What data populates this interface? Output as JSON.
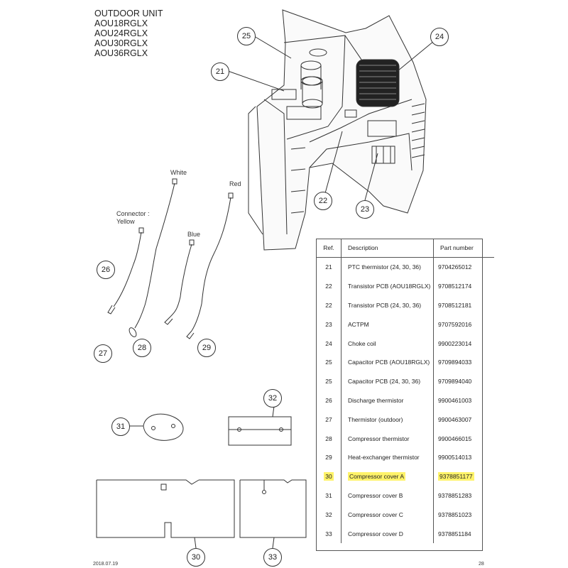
{
  "header": {
    "lines": [
      "OUTDOOR UNIT",
      "AOU18RGLX",
      "AOU24RGLX",
      "AOU30RGLX",
      "AOU36RGLX"
    ]
  },
  "callouts": {
    "c21": "21",
    "c22": "22",
    "c23": "23",
    "c24": "24",
    "c25": "25",
    "c26": "26",
    "c27": "27",
    "c28": "28",
    "c29": "29",
    "c30": "30",
    "c31": "31",
    "c32": "32",
    "c33": "33"
  },
  "wire_labels": {
    "white": "White",
    "red": "Red",
    "blue": "Blue",
    "connector": "Connector :",
    "yellow": "Yellow"
  },
  "parts_table": {
    "headers": {
      "ref": "Ref.",
      "description": "Description",
      "part_number": "Part number"
    },
    "rows": [
      {
        "ref": "21",
        "description": "PTC thermistor (24, 30, 36)",
        "part_number": "9704265012"
      },
      {
        "ref": "22",
        "description": "Transistor PCB (AOU18RGLX)",
        "part_number": "9708512174"
      },
      {
        "ref": "22",
        "description": "Transistor PCB (24, 30, 36)",
        "part_number": "9708512181"
      },
      {
        "ref": "23",
        "description": "ACTPM",
        "part_number": "9707592016"
      },
      {
        "ref": "24",
        "description": "Choke coil",
        "part_number": "9900223014"
      },
      {
        "ref": "25",
        "description": "Capacitor PCB (AOU18RGLX)",
        "part_number": "9709894033"
      },
      {
        "ref": "25",
        "description": "Capacitor PCB (24, 30, 36)",
        "part_number": "9709894040"
      },
      {
        "ref": "26",
        "description": "Discharge thermistor",
        "part_number": "9900461003"
      },
      {
        "ref": "27",
        "description": "Thermistor (outdoor)",
        "part_number": "9900463007"
      },
      {
        "ref": "28",
        "description": "Compressor thermistor",
        "part_number": "9900466015"
      },
      {
        "ref": "29",
        "description": "Heat-exchanger thermistor",
        "part_number": "9900514013"
      },
      {
        "ref": "30",
        "description": "Compressor cover A",
        "part_number": "9378851177",
        "highlighted": true
      },
      {
        "ref": "31",
        "description": "Compressor cover B",
        "part_number": "9378851283"
      },
      {
        "ref": "32",
        "description": "Compressor cover C",
        "part_number": "9378851023"
      },
      {
        "ref": "33",
        "description": "Compressor cover D",
        "part_number": "9378851184"
      }
    ]
  },
  "highlight_color": "#fff36a",
  "footer": {
    "date": "2018.07.19",
    "page": "28"
  }
}
